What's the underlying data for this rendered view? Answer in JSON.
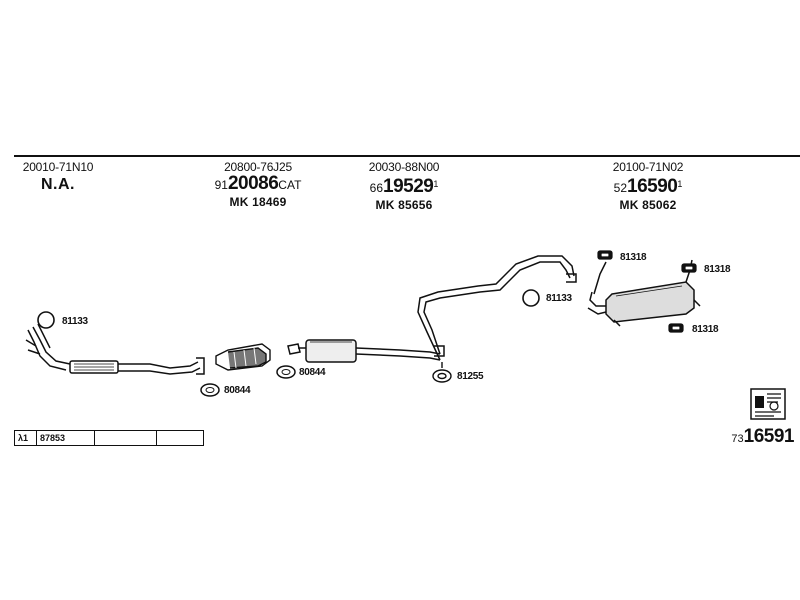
{
  "columns": [
    {
      "oe": "20010-71N10",
      "na": "N.A."
    },
    {
      "oe": "20800-76J25",
      "prefix": "91",
      "number": "20086",
      "suffix": "CAT",
      "mk": "MK 18469"
    },
    {
      "oe": "20030-88N00",
      "prefix": "66",
      "number": "19529",
      "sup": "1",
      "mk": "MK 85656"
    },
    {
      "oe": "20100-71N02",
      "prefix": "52",
      "number": "16590",
      "sup": "1",
      "mk": "MK 85062"
    }
  ],
  "part_labels": {
    "gasket_front": "81133",
    "gasket_cat_1": "80844",
    "gasket_cat_2": "80844",
    "clamp_mid": "81255",
    "gasket_rear": "81133",
    "hanger_1": "81318",
    "hanger_2": "81318",
    "hanger_3": "81318"
  },
  "lambda": {
    "symbol": "λ1",
    "value": "87853",
    "cell3": "",
    "cell4": ""
  },
  "figure": {
    "prefix": "73",
    "number": "16591"
  },
  "icons": {
    "catalog": "catalog-reference-icon"
  }
}
